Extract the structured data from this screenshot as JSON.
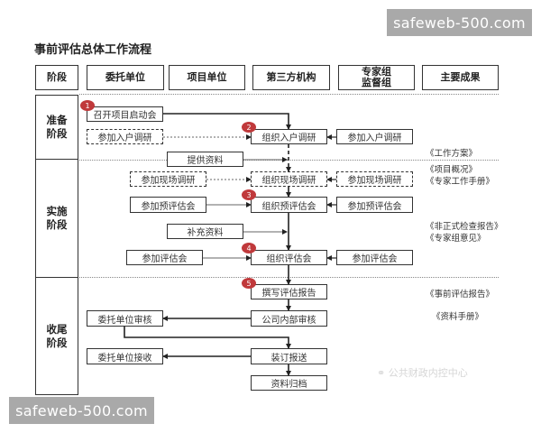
{
  "title": "事前评估总体工作流程",
  "watermarks": {
    "top": "safeweb-500.com",
    "bottom": "safeweb-500.com"
  },
  "wechat_watermark": "公共财政内控中心",
  "headers": [
    "阶段",
    "委托单位",
    "项目单位",
    "第三方机构",
    "专家组\n监督组",
    "主要成果"
  ],
  "header_labels": {
    "stage": "阶段",
    "client": "委托单位",
    "project": "项目单位",
    "third_party": "第三方机构",
    "expert_line1": "专家组",
    "expert_line2": "监督组",
    "results": "主要成果"
  },
  "stages": [
    {
      "line1": "准备",
      "line2": "阶段"
    },
    {
      "line1": "实施",
      "line2": "阶段"
    },
    {
      "line1": "收尾",
      "line2": "阶段"
    }
  ],
  "steps": {
    "kickoff": "召开项目启动会",
    "client_household_survey": "参加入户调研",
    "org_household_survey": "组织入户调研",
    "expert_household_survey": "参加入户调研",
    "provide_materials": "提供资料",
    "project_site_survey": "参加现场调研",
    "org_site_survey": "组织现场调研",
    "expert_site_survey": "参加现场调研",
    "project_pre_eval": "参加预评估会",
    "org_pre_eval": "组织预评估会",
    "expert_pre_eval": "参加预评估会",
    "supplement_materials": "补充资料",
    "project_eval": "参加评估会",
    "org_eval": "组织评估会",
    "expert_eval": "参加评估会",
    "write_report": "撰写评估报告",
    "client_review": "委托单位审核",
    "internal_review": "公司内部审核",
    "client_receive": "委托单位接收",
    "bind_submit": "装订报送",
    "archive": "资料归档"
  },
  "badges": [
    "1",
    "2",
    "3",
    "4",
    "5"
  ],
  "results": {
    "work_plan": "《工作方案》",
    "project_overview": "《项目概况》",
    "expert_manual": "《专家工作手册》",
    "informal_report": "《非正式检查报告》",
    "expert_opinion": "《专家组意见》",
    "final_report": "《事前评估报告》",
    "materials_manual": "《资料手册》"
  },
  "colors": {
    "badge": "#c0393b",
    "line": "#333333",
    "watermark_bg": "#a9a9a9"
  }
}
